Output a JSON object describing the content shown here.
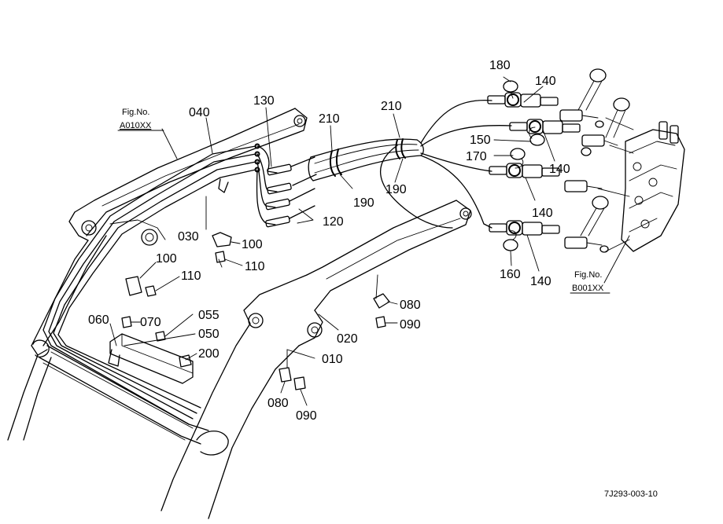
{
  "figure_refs": {
    "left_fig_label": "Fig.No.",
    "left_fig_code": "A010XX",
    "right_fig_label": "Fig.No.",
    "right_fig_code": "B001XX"
  },
  "drawing_code": "7J293-003-10",
  "callouts": {
    "c180": "180",
    "c140_top": "140",
    "c130": "130",
    "c040": "040",
    "c210_left": "210",
    "c210_right": "210",
    "c150": "150",
    "c170": "170",
    "c140_mid": "140",
    "c190_left": "190",
    "c190_right": "190",
    "c120": "120",
    "c140_low": "140",
    "c030": "030",
    "c100_top": "100",
    "c110_top": "110",
    "c100_left": "100",
    "c110_left": "110",
    "c160": "160",
    "c140_bottom": "140",
    "c080_right": "080",
    "c090_right": "090",
    "c055": "055",
    "c060": "060",
    "c070": "070",
    "c050": "050",
    "c020": "020",
    "c200": "200",
    "c010": "010",
    "c080_low": "080",
    "c090_low": "090"
  }
}
